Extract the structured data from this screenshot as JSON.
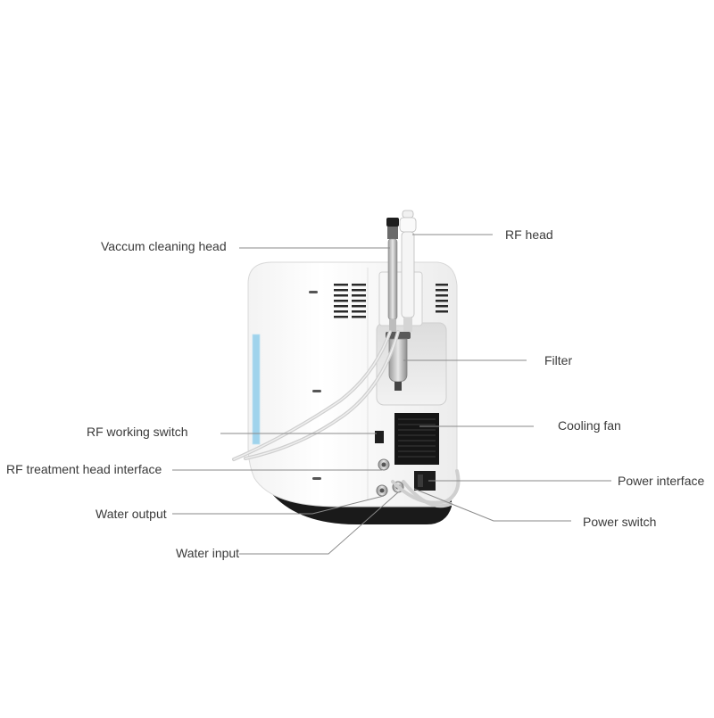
{
  "labels": {
    "vacuum_head": "Vaccum cleaning  head",
    "rf_head": "RF head",
    "filter": "Filter",
    "cooling_fan": "Cooling fan",
    "rf_switch": "RF working switch",
    "rf_interface": "RF treatment head interface",
    "power_interface": "Power interface",
    "water_output": "Water output",
    "power_switch": "Power switch",
    "water_input": "Water input"
  },
  "colors": {
    "body": "#ffffff",
    "outline": "#d9d9d9",
    "accent_strip": "#9fd3ec",
    "base": "#1a1a1a",
    "leader": "#8a8a8a",
    "text": "#3a3a3a"
  }
}
